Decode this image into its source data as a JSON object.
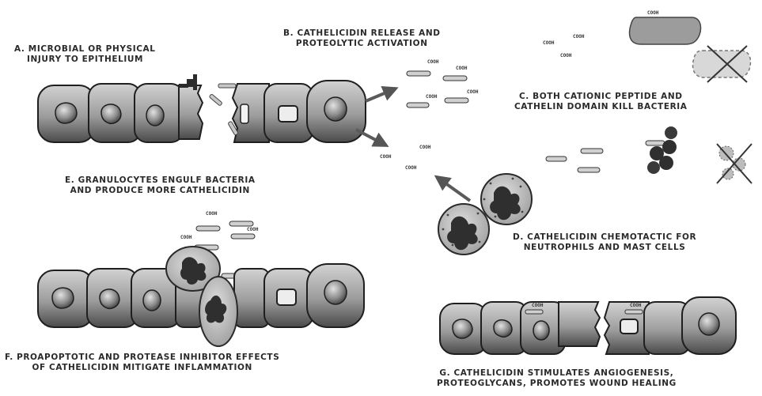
{
  "labels": {
    "a": [
      "A. Microbial or Physical",
      "Injury to Epithelium"
    ],
    "b": [
      "B. Cathelicidin Release and",
      "Proteolytic Activation"
    ],
    "c": [
      "C. Both Cationic Peptide and",
      "Cathelin Domain Kill Bacteria"
    ],
    "d": [
      "D. Cathelicidin Chemotactic For",
      "Neutrophils and Mast Cells"
    ],
    "e": [
      "E. Granulocytes Engulf Bacteria",
      "And Produce More Cathelicidin"
    ],
    "f": [
      "F. Proapoptotic and Protease Inhibitor Effects",
      "of Cathelicidin Mitigate Inflammation"
    ],
    "g": [
      "G. Cathelicidin Stimulates Angiogenesis,",
      "Proteoglycans, Promotes Wound Healing"
    ]
  },
  "peptide_tag": "COOH",
  "colors": {
    "cell_fill": "#a8a8a8",
    "cell_dark": "#3a3a3a",
    "nucleus_fill": "#7d7d7d",
    "peptide_fill": "#c8c8c8",
    "bacteria_fill": "#9a9a9a",
    "outline": "#1f1f1f"
  }
}
